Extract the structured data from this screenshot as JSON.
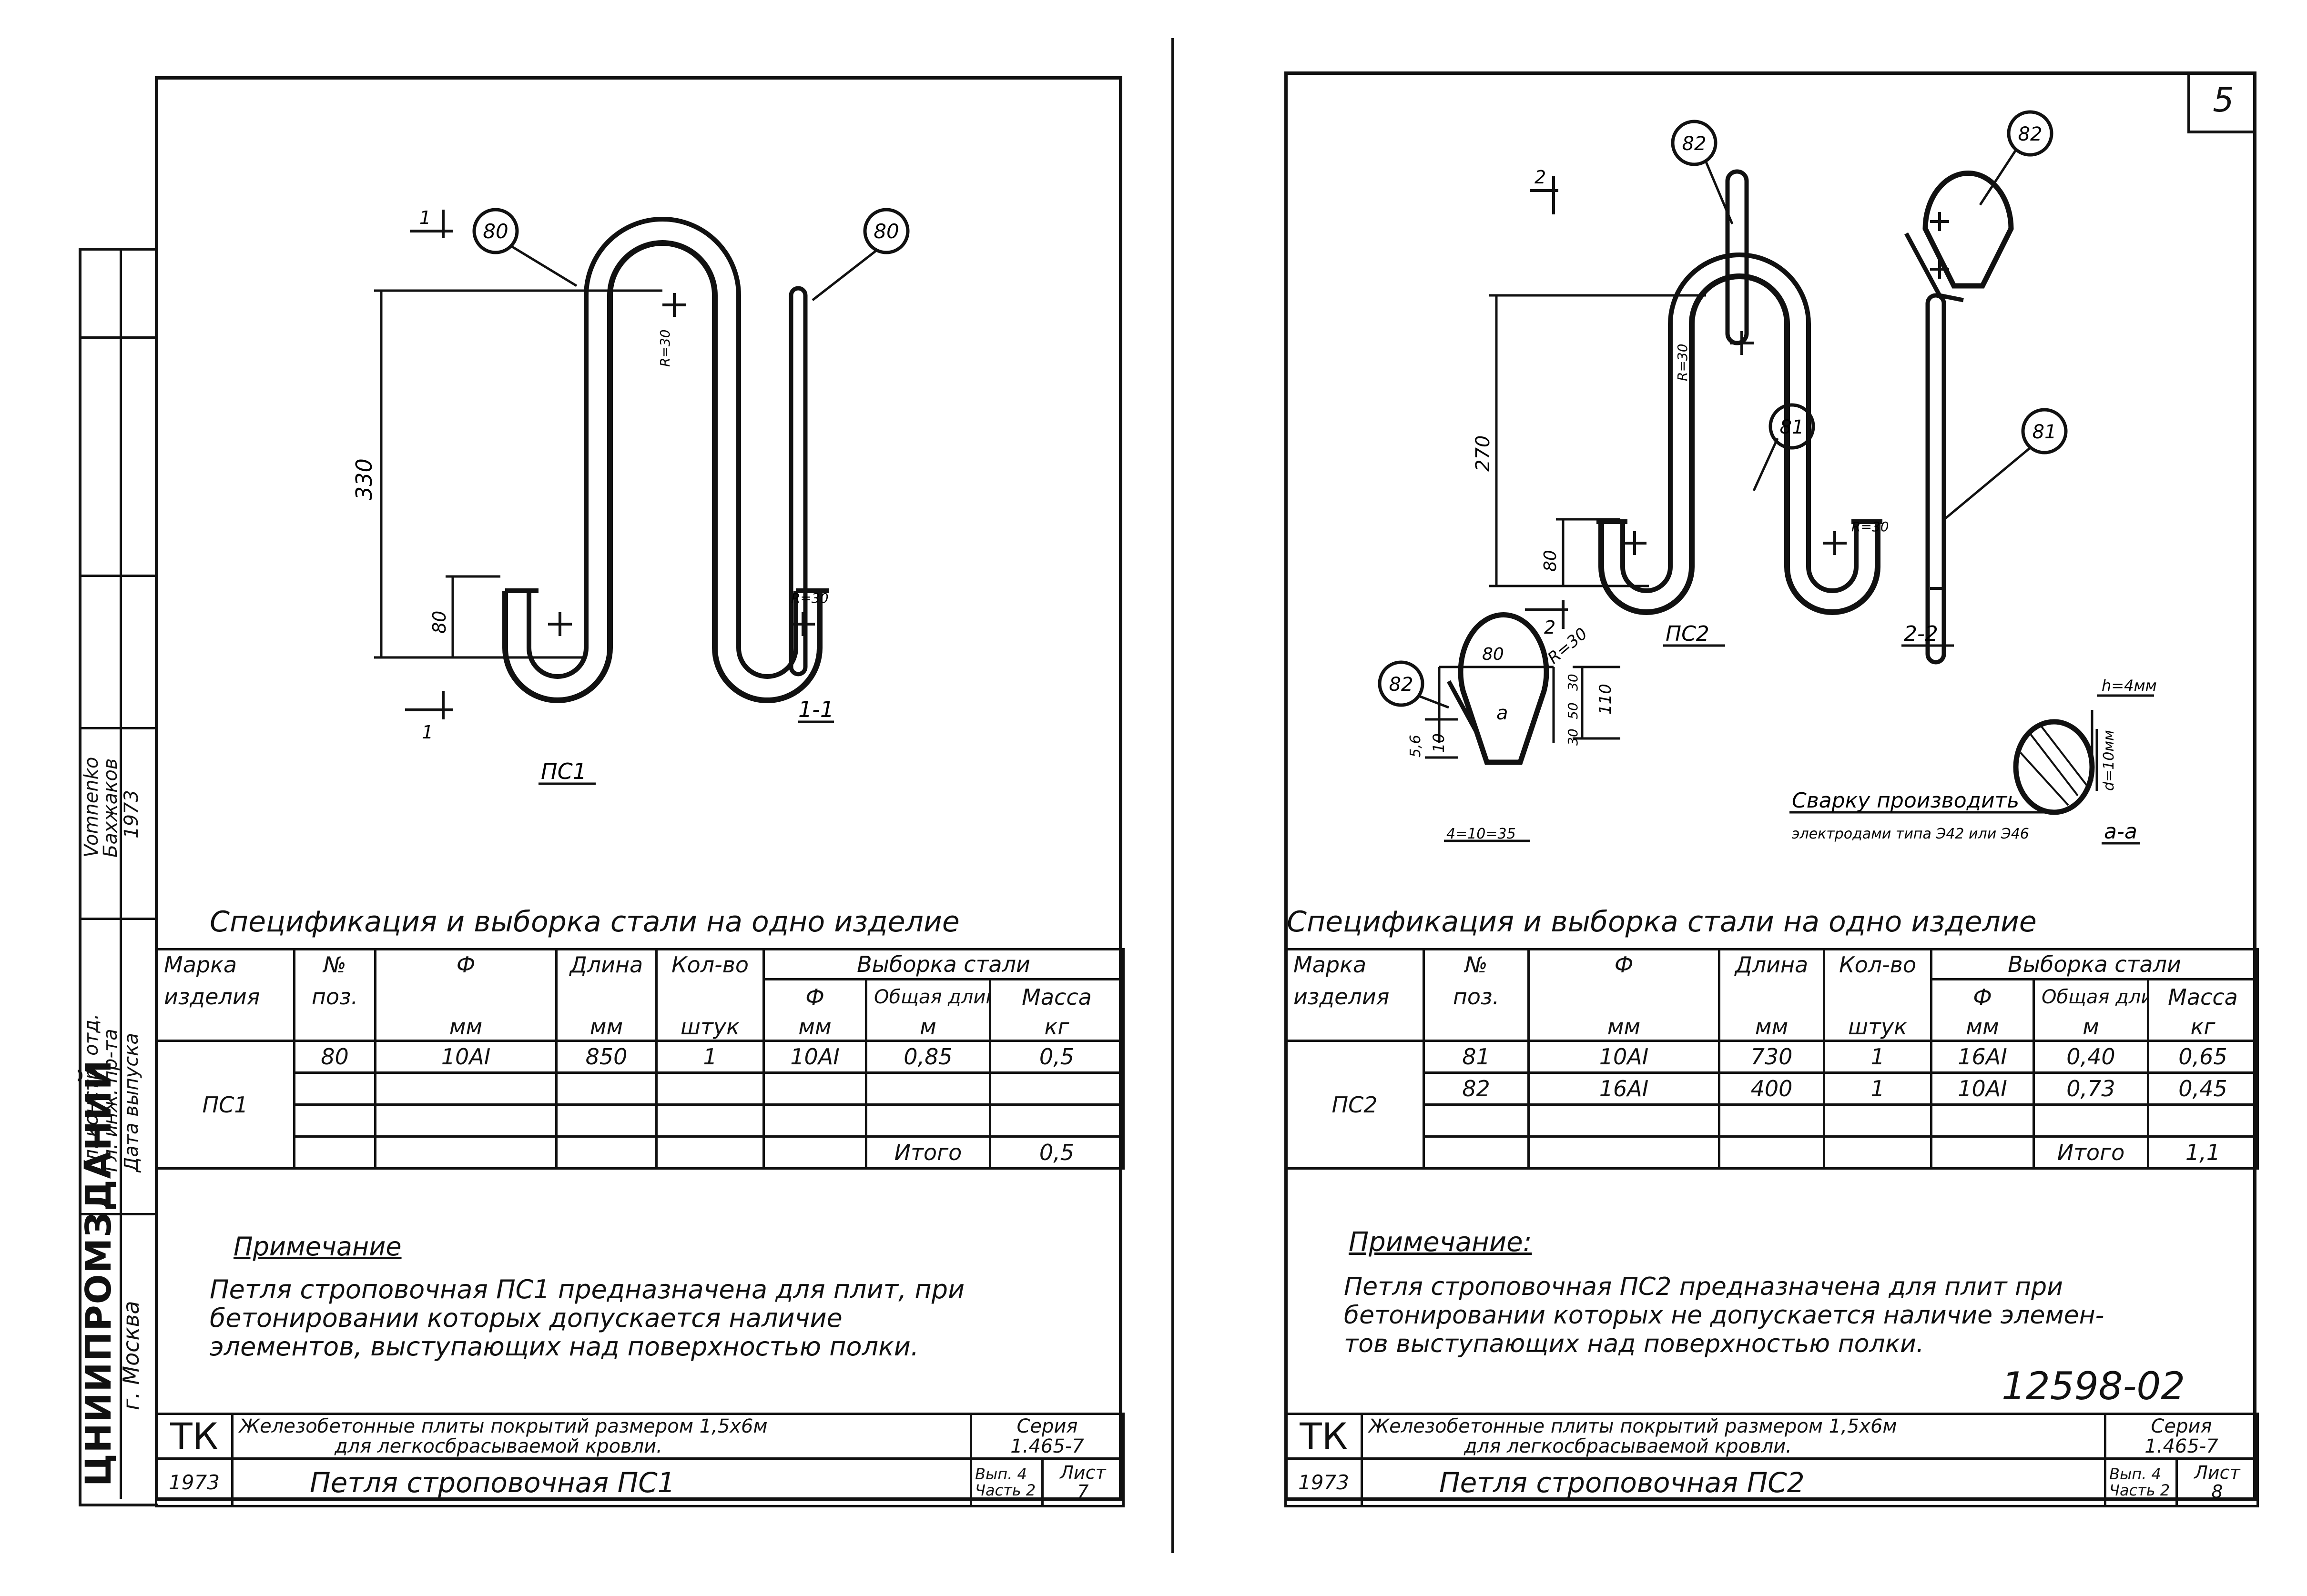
{
  "left_sheet": {
    "stamp": {
      "org": "ЦНИИПРОМЗДАНИЙ",
      "city": "г. Москва",
      "rows": [
        {
          "role": "Гл. констр. отд.",
          "name": "Vomnenko"
        },
        {
          "role": "Гл. инж. пр-та",
          "name": "Бахжаков"
        },
        {
          "role": "Дата выпуска",
          "name": "1973"
        }
      ]
    },
    "drawing": {
      "callouts": [
        "80",
        "80"
      ],
      "dims": {
        "height": "330",
        "bottom": "80",
        "radius_top": "R=30",
        "radius_bottom": "R=30"
      },
      "section_marks": [
        "1",
        "1"
      ],
      "view_label": "ПС1",
      "section_label": "1-1"
    },
    "spec_title": "Спецификация и выборка стали на одно изделие",
    "table": {
      "head": {
        "marka": "Марка",
        "izdeliya": "изделия",
        "no": "№",
        "poz": "поз.",
        "phi": "Ф",
        "phi_unit": "мм",
        "dlina": "Длина",
        "dlina_unit": "мм",
        "kolvo": "Кол-во",
        "kolvo_unit": "штук",
        "vyborka": "Выборка стали",
        "v_phi": "Ф",
        "v_phi_unit": "мм",
        "v_total": "Общая длина",
        "v_total_unit": "м",
        "v_mass": "Масса",
        "v_mass_unit": "кг"
      },
      "mark": "ПС1",
      "rows": [
        {
          "poz": "80",
          "phi": "10АI",
          "len": "850",
          "qty": "1",
          "v_phi": "10АI",
          "v_len": "0,85",
          "v_mass": "0,5"
        }
      ],
      "total_label": "Итого",
      "total_value": "0,5"
    },
    "note_title": "Примечание",
    "note_text": [
      "Петля строповочная ПС1 предназначена для плит, при",
      "бетонировании которых допускается наличие",
      "элементов, выступающих над поверхностью полки."
    ],
    "title_block": {
      "tk": "ТК",
      "year": "1973",
      "desc1": "Железобетонные плиты покрытий размером 1,5х6м",
      "desc2": "для легкосбрасываемой кровли.",
      "name": "Петля строповочная ПС1",
      "series_label": "Серия",
      "series": "1.465-7",
      "vyp": "Вып. 4",
      "chast": "Часть 2",
      "list_label": "Лист",
      "list": "7"
    }
  },
  "right_sheet": {
    "corner_number": "5",
    "drawing": {
      "callouts": [
        "82",
        "82",
        "81",
        "81",
        "82"
      ],
      "dims": {
        "height": "270",
        "bottom": "80",
        "r_top": "R=30",
        "r_bottom": "R=30",
        "width_80": "80",
        "r30": "R=30",
        "d110": "110",
        "d30a": "30",
        "d50": "50",
        "d30b": "30",
        "angle": "5,6",
        "d10": "10",
        "weld": "4=10=35",
        "weld_h": "h=4мм",
        "weld_d": "d=10мм"
      },
      "section_marks": [
        "2",
        "2"
      ],
      "view_label": "ПС2",
      "section_label": "2-2",
      "detail_a": "a",
      "weld_note1": "Сварку производить",
      "weld_note2": "электродами типа Э42 или Э46",
      "section_aa": "а-а"
    },
    "spec_title": "Спецификация и выборка стали на одно изделие",
    "table": {
      "head": {
        "marka": "Марка",
        "izdeliya": "изделия",
        "no": "№",
        "poz": "поз.",
        "phi": "Ф",
        "phi_unit": "мм",
        "dlina": "Длина",
        "dlina_unit": "мм",
        "kolvo": "Кол-во",
        "kolvo_unit": "штук",
        "vyborka": "Выборка стали",
        "v_phi": "Ф",
        "v_phi_unit": "мм",
        "v_total": "Общая длина",
        "v_total_unit": "м",
        "v_mass": "Масса",
        "v_mass_unit": "кг"
      },
      "mark": "ПС2",
      "rows": [
        {
          "poz": "81",
          "phi": "10АI",
          "len": "730",
          "qty": "1",
          "v_phi": "16АI",
          "v_len": "0,40",
          "v_mass": "0,65"
        },
        {
          "poz": "82",
          "phi": "16АI",
          "len": "400",
          "qty": "1",
          "v_phi": "10АI",
          "v_len": "0,73",
          "v_mass": "0,45"
        }
      ],
      "total_label": "Итого",
      "total_value": "1,1"
    },
    "note_title": "Примечание:",
    "note_text": [
      "Петля строповочная ПС2 предназначена для плит при",
      "бетонировании которых не допускается наличие элемен-",
      "тов выступающих над поверхностью полки."
    ],
    "doc_number": "12598-02",
    "title_block": {
      "tk": "ТК",
      "year": "1973",
      "desc1": "Железобетонные плиты покрытий размером 1,5х6м",
      "desc2": "для легкосбрасываемой кровли.",
      "name": "Петля строповочная ПС2",
      "series_label": "Серия",
      "series": "1.465-7",
      "vyp": "Вып. 4",
      "chast": "Часть 2",
      "list_label": "Лист",
      "list": "8"
    }
  }
}
